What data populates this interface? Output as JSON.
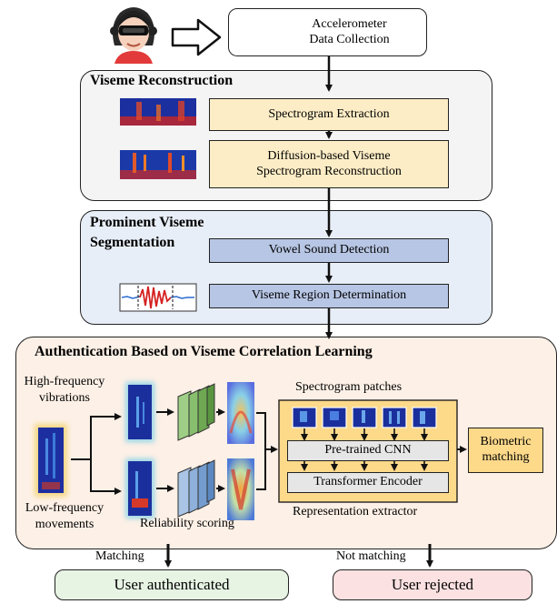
{
  "top": {
    "accel_label": "Accelerometer\nData Collection"
  },
  "viseme_reconstruction": {
    "title": "Viseme Reconstruction",
    "step1": "Spectrogram Extraction",
    "step2": "Diffusion-based Viseme\nSpectrogram Reconstruction"
  },
  "segmentation": {
    "title": "Prominent Viseme\nSegmentation",
    "step1": "Vowel Sound Detection",
    "step2": "Viseme Region Determination"
  },
  "authentication": {
    "title": "Authentication Based on Viseme Correlation Learning",
    "high_freq": "High-frequency\nvibrations",
    "low_freq": "Low-frequency\nmovements",
    "reliability": "Reliability scoring",
    "patches": "Spectrogram patches",
    "cnn": "Pre-trained CNN",
    "transformer": "Transformer Encoder",
    "extractor": "Representation extractor",
    "biometric": "Biometric\nmatching"
  },
  "outcomes": {
    "matching": "Matching",
    "not_matching": "Not matching",
    "authenticated": "User authenticated",
    "rejected": "User rejected"
  },
  "colors": {
    "yellow_box": "#fdedc6",
    "blue_box": "#b7c6e4",
    "panel_gray": "#f4f4f4",
    "panel_blue": "#e8eef7",
    "panel_peach": "#fdf0e6",
    "green_box": "#e7f3e3",
    "pink_box": "#fbe1e1"
  }
}
